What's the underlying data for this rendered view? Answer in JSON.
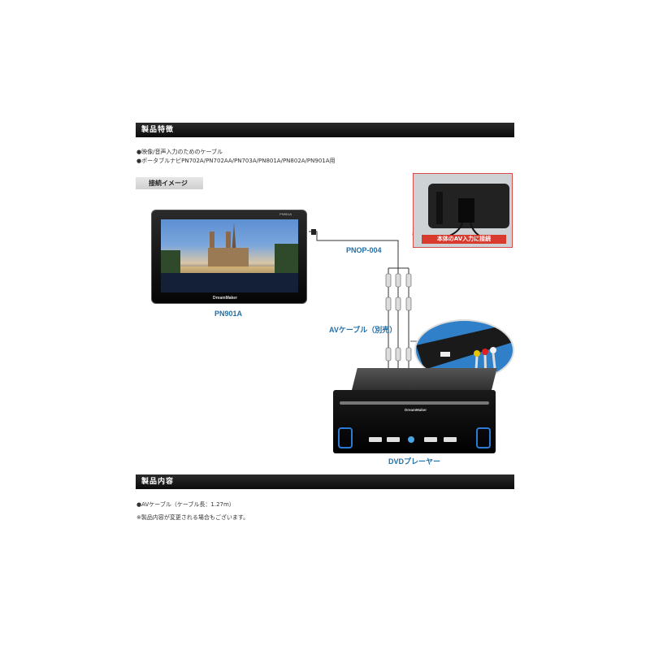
{
  "sections": {
    "features_title": "製品特徴",
    "contents_title": "製品内容"
  },
  "features": [
    "●映像/音声入力のためのケーブル",
    "●ポータブルナビPN702A/PN702AA/PN703A/PN801A/PN802A/PN901A用"
  ],
  "connection": {
    "tag": "接続イメージ",
    "cable_label": "PNOP-004",
    "av_cable_label": "AVケーブル（別売）",
    "tablet_caption": "PN901A",
    "dvd_caption": "DVDプレーヤー",
    "inset_label": "本体のAV入力に接続",
    "tablet_model": "PN901A",
    "tablet_brand": "DreamMaker",
    "dvd_brand": "DreamMaker"
  },
  "contents": [
    "●AVケーブル（ケーブル長：1.27m）",
    "※製品内容が変更される場合もございます。"
  ],
  "colors": {
    "caption_blue": "#1f6fa8",
    "label_red": "#d83a2e",
    "bar_dark": "#1a1a1a"
  }
}
